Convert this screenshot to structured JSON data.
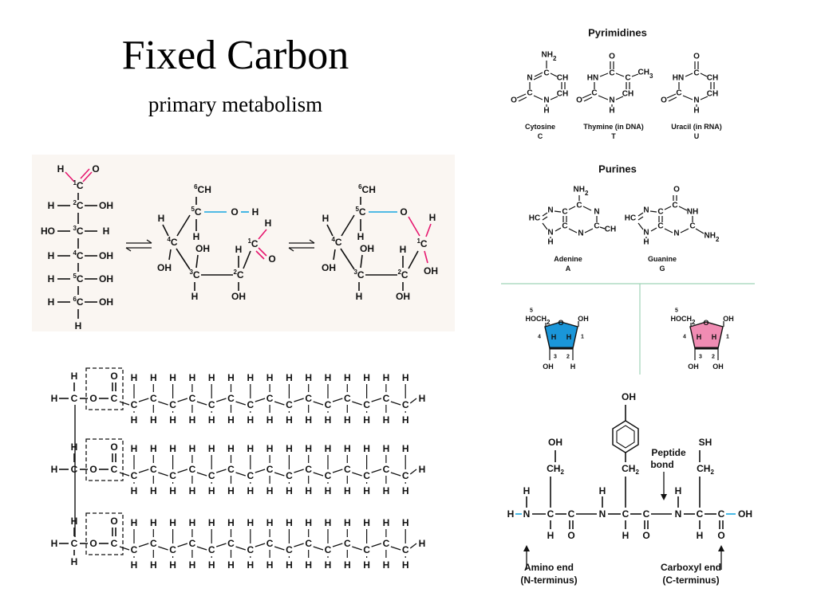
{
  "slide": {
    "title": "Fixed Carbon",
    "subtitle": "primary metabolism"
  },
  "colors": {
    "magenta": "#e6186f",
    "cyan": "#17a6e0",
    "blue_ribose": "#1a96d9",
    "pink_ribose": "#f08cb3",
    "divider": "#9fd3b8"
  },
  "nucleobases": {
    "pyrimidines_heading": "Pyrimidines",
    "purines_heading": "Purines",
    "cytosine": {
      "name": "Cytosine",
      "code": "C"
    },
    "thymine": {
      "name": "Thymine (in DNA)",
      "code": "T"
    },
    "uracil": {
      "name": "Uracil (in RNA)",
      "code": "U"
    },
    "adenine": {
      "name": "Adenine",
      "code": "A"
    },
    "guanine": {
      "name": "Guanine",
      "code": "G"
    }
  },
  "peptide": {
    "peptide_bond_label_1": "Peptide",
    "peptide_bond_label_2": "bond",
    "amino_end_1": "Amino end",
    "amino_end_2": "(N-terminus)",
    "carboxyl_end_1": "Carboxyl end",
    "carboxyl_end_2": "(C-terminus)"
  },
  "atoms": {
    "C": "C",
    "H": "H",
    "O": "O",
    "N": "N",
    "S": "S",
    "OH": "OH",
    "HO": "HO",
    "CH": "CH",
    "HN": "HN",
    "NH": "NH",
    "HC": "HC",
    "NH2": "NH",
    "CH3": "CH",
    "CH2OH": "CH",
    "CH2": "CH",
    "HOCH2": "HOCH",
    "SH": "SH",
    "two": "2",
    "three": "3",
    "one": "1",
    "four": "4",
    "five": "5",
    "six": "6"
  }
}
